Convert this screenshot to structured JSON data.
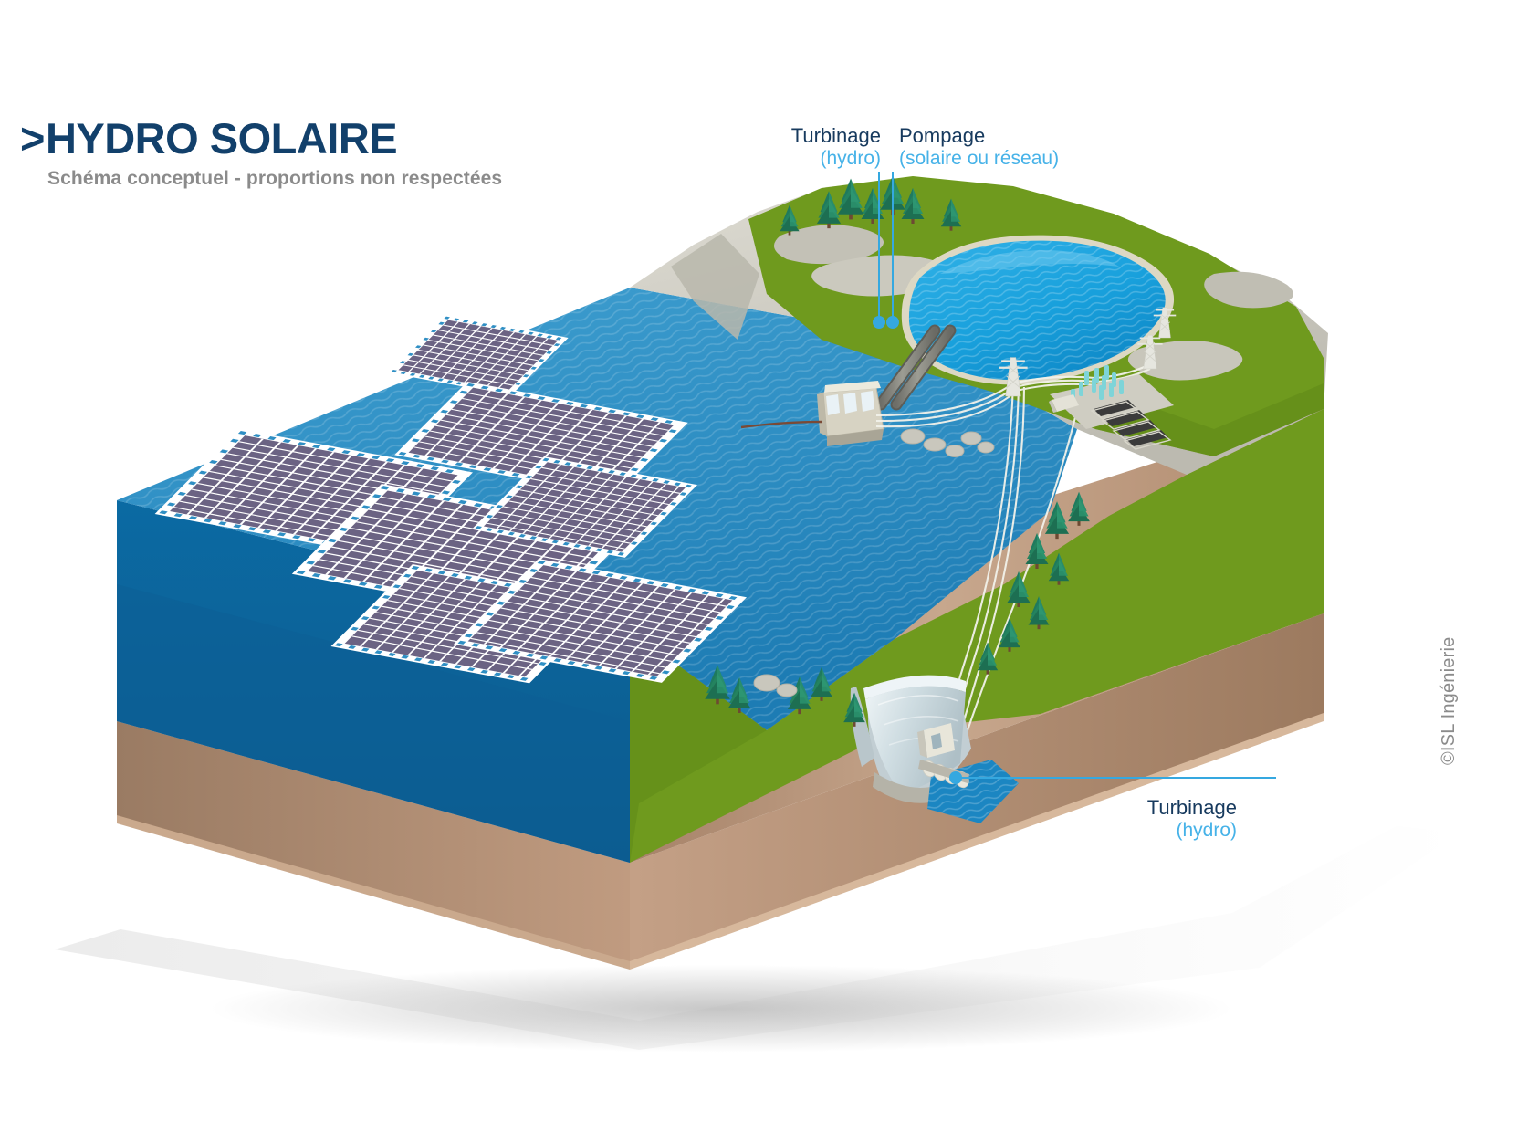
{
  "title": {
    "chevron": ">",
    "main": "HYDRO SOLAIRE",
    "subtitle": "Schéma conceptuel - proportions non respectées"
  },
  "callouts": [
    {
      "id": "turbinage-top",
      "line1": "Turbinage",
      "line2": "(hydro)"
    },
    {
      "id": "pompage",
      "line1": "Pompage",
      "line2": "(solaire ou réseau)"
    },
    {
      "id": "turbinage-bottom",
      "line1": "Turbinage",
      "line2": "(hydro)"
    }
  ],
  "credit": "©ISL Ingénierie",
  "colors": {
    "title_navy": "#12406b",
    "subtitle_grey": "#8b8b8b",
    "label_navy": "#173a5e",
    "label_blue": "#46b2e8",
    "leader_line": "#35a8e0",
    "water_surface": "#2f8fc4",
    "water_deep": "#0f5e96",
    "water_side": "#0b6aa3",
    "upper_lake": "#1a9dd9",
    "grass": "#6f9a1e",
    "earth": "#9b7860",
    "earth_light": "#c2a188",
    "rock": "#cfcdc4",
    "rock_dark": "#b4b2a7",
    "panel_purple": "#6b6383",
    "float_white": "#ffffff",
    "dam_concrete": "#d7e2e6",
    "tree_green": "#1f7a5e",
    "pylon_grey": "#e8e8e2"
  },
  "scene": {
    "label": "Isometric conceptual block diagram of a hydro-solar pumped-storage scheme",
    "elements": [
      {
        "name": "floating-solar-array",
        "count": 7
      },
      {
        "name": "lower-reservoir"
      },
      {
        "name": "arch-dam"
      },
      {
        "name": "powerhouse-downstream"
      },
      {
        "name": "upper-reservoir"
      },
      {
        "name": "penstock-pair"
      },
      {
        "name": "pumping-station"
      },
      {
        "name": "electrical-substation"
      },
      {
        "name": "transmission-pylons",
        "count": 3
      },
      {
        "name": "conifer-trees"
      },
      {
        "name": "terrain-block"
      }
    ]
  }
}
